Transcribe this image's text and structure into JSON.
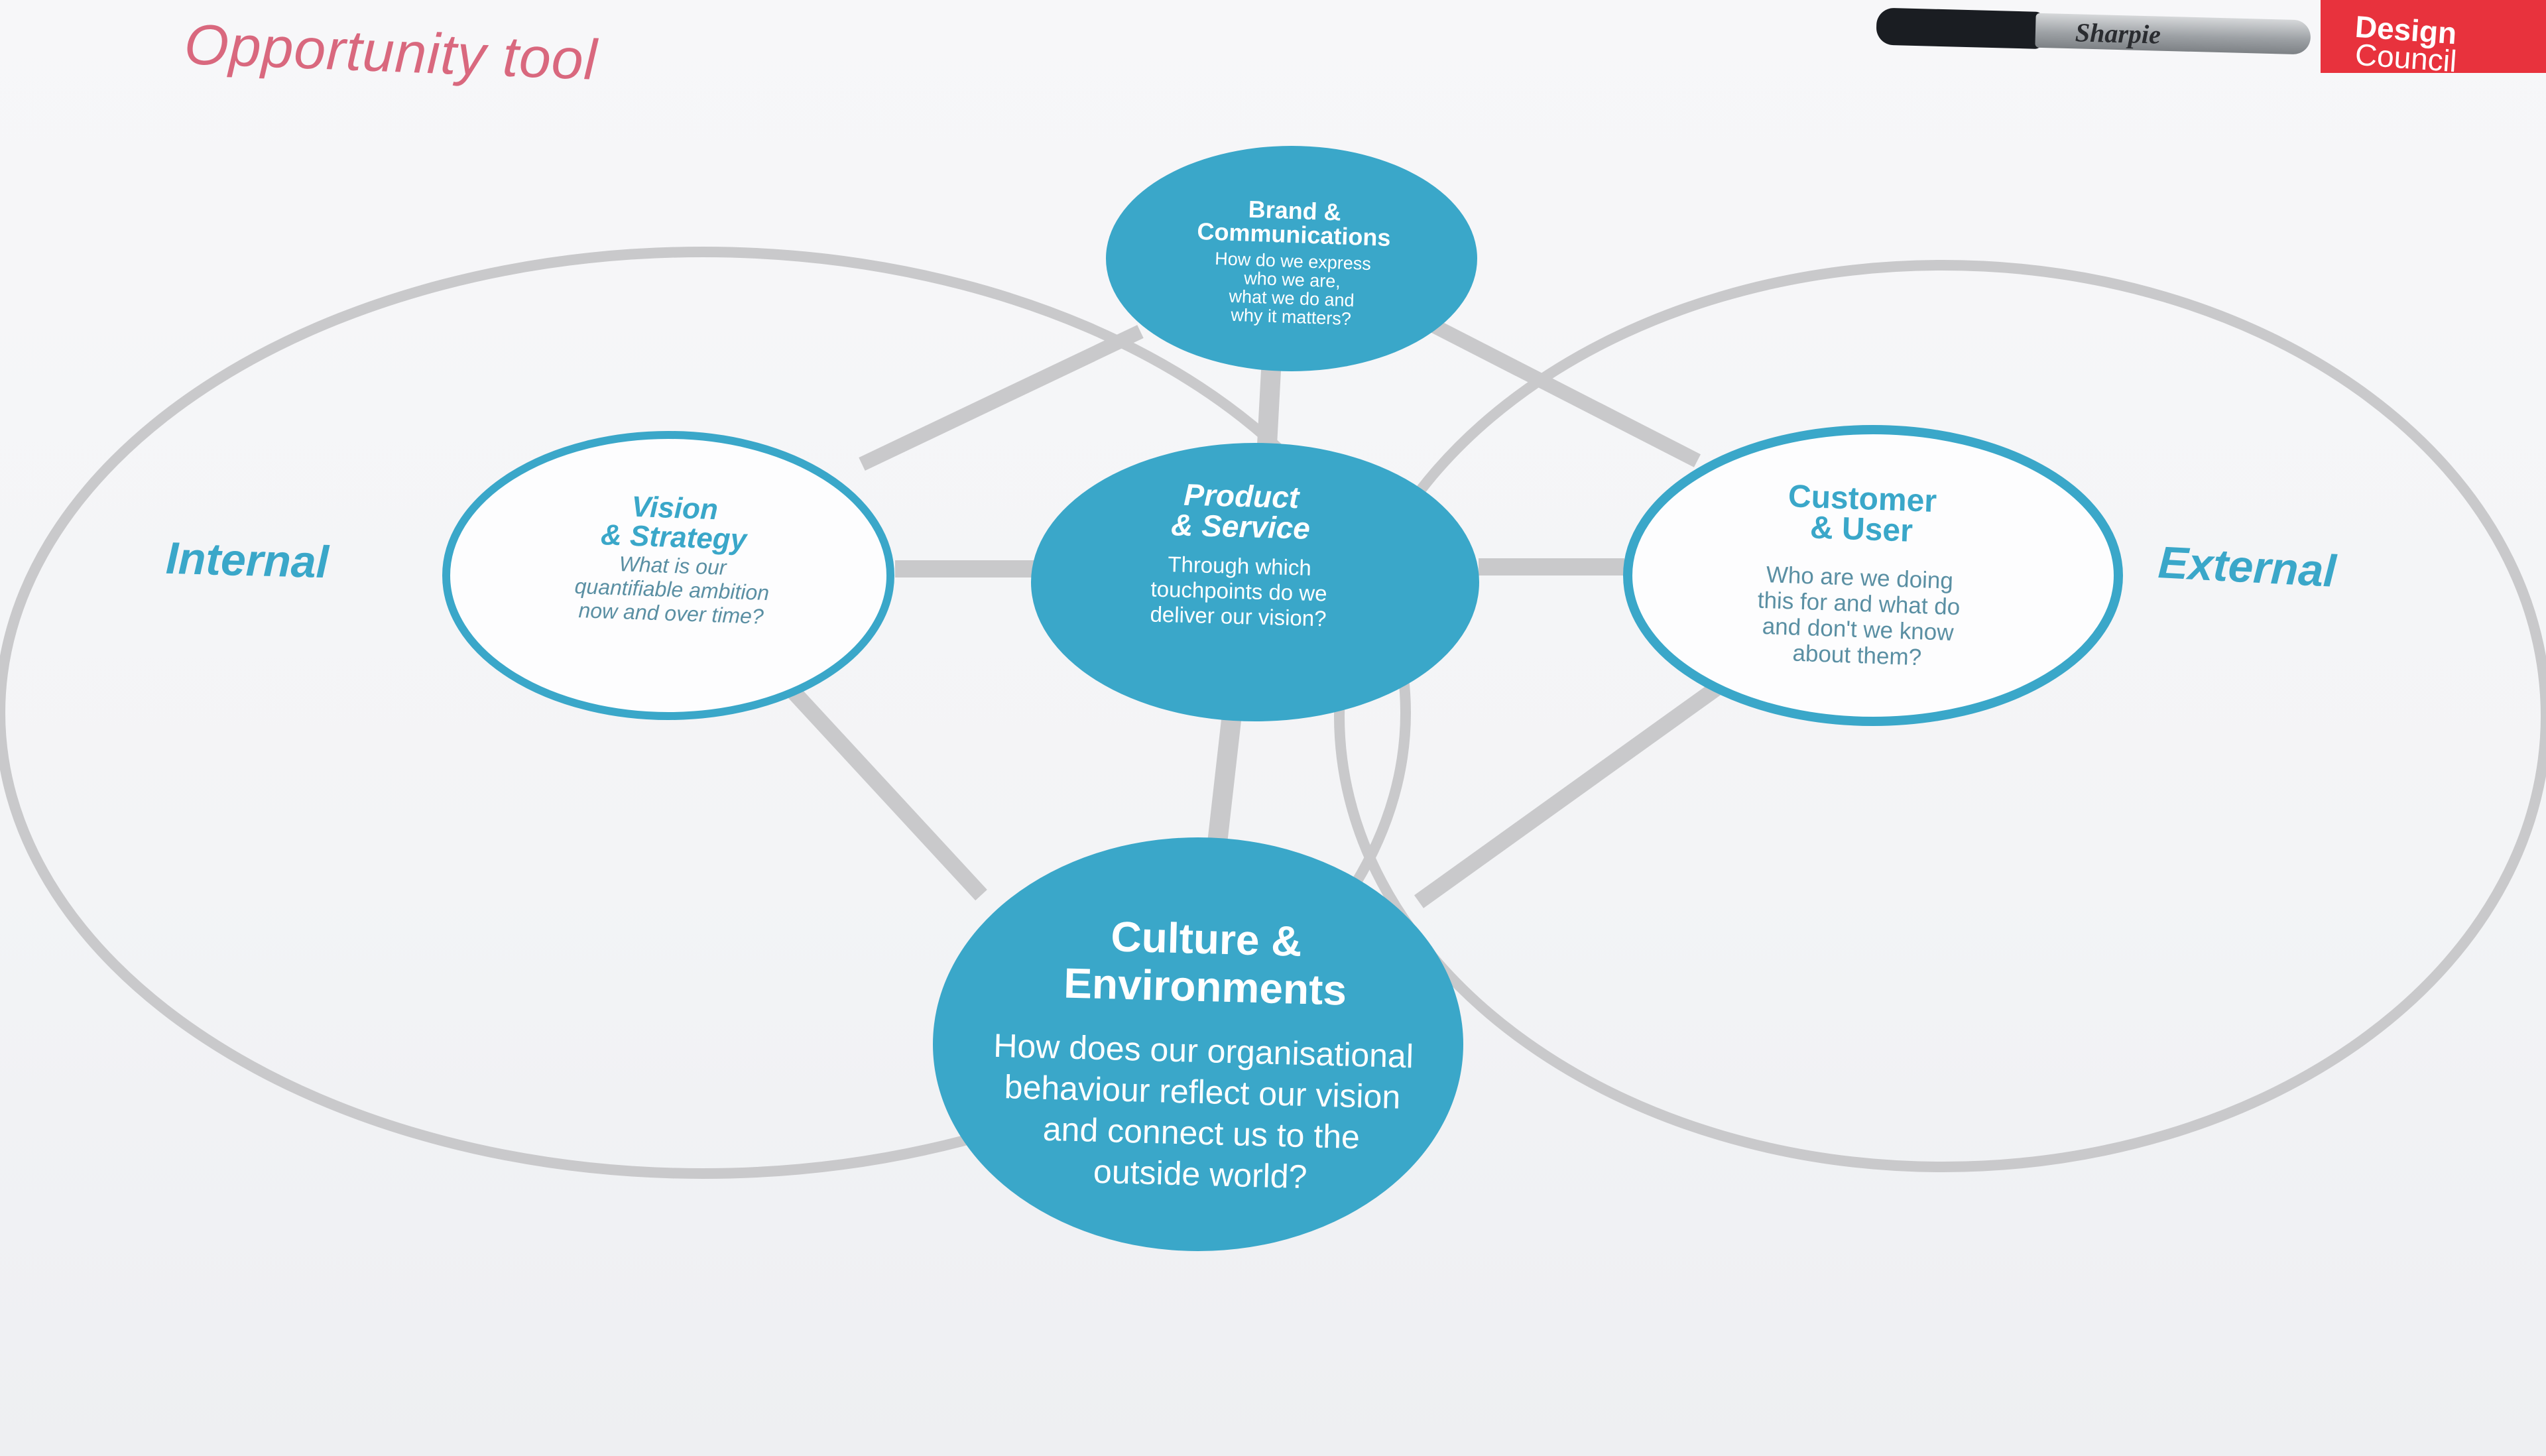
{
  "header": {
    "title": "Opportunity tool",
    "logo_line1": "Design",
    "logo_line2": "Council",
    "marker_brand": "Sharpie"
  },
  "regions": {
    "internal": "Internal",
    "external": "External"
  },
  "nodes": {
    "brand": {
      "title_line1": "Brand &",
      "title_line2": "Communications",
      "question": [
        "How do we express",
        "who we are,",
        "what we do and",
        "why it matters?"
      ]
    },
    "vision": {
      "title_line1": "Vision",
      "title_line2": "& Strategy",
      "question": [
        "What is our",
        "quantifiable ambition",
        "now and over time?"
      ]
    },
    "product": {
      "title_line1": "Product",
      "title_line2": "& Service",
      "question": [
        "Through which",
        "touchpoints do we",
        "deliver our vision?"
      ]
    },
    "customer": {
      "title_line1": "Customer",
      "title_line2": "& User",
      "question": [
        "Who are we doing",
        "this for and what do",
        "and don't we know",
        "about them?"
      ]
    },
    "culture": {
      "title_line1": "Culture &",
      "title_line2": "Environments",
      "question": [
        "How does our organisational",
        "behaviour reflect our vision",
        "and connect us to the",
        "outside world?"
      ]
    }
  },
  "colors": {
    "accent_blue": "#3aa7c9",
    "outline_gray": "#c9c9cb",
    "title_pink": "#d9687e",
    "logo_red": "#e8323d"
  }
}
